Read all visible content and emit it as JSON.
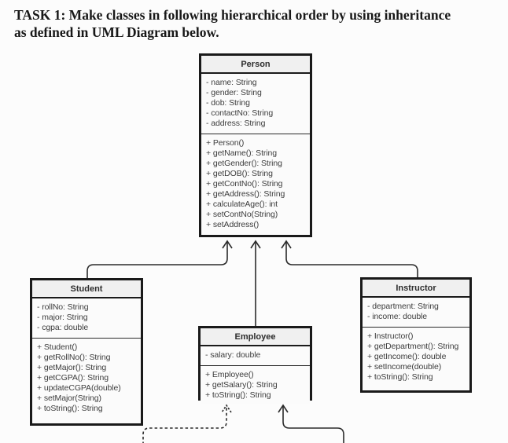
{
  "heading": {
    "line1": "TASK 1: Make classes in following hierarchical order by using inheritance",
    "line2": "as defined in UML Diagram below."
  },
  "diagram": {
    "classes": [
      {
        "name": "Person",
        "attributes": [
          "- name: String",
          "- gender: String",
          "- dob: String",
          "- contactNo: String",
          "- address: String"
        ],
        "methods": [
          "+ Person()",
          "+ getName(): String",
          "+ getGender(): String",
          "+ getDOB(): String",
          "+ getContNo(): String",
          "+ getAddress(): String",
          "+ calculateAge(): int",
          "+ setContNo(String)",
          "+ setAddress()"
        ]
      },
      {
        "name": "Student",
        "attributes": [
          "- rollNo: String",
          "- major: String",
          "- cgpa: double"
        ],
        "methods": [
          "+ Student()",
          "+ getRollNo(): String",
          "+ getMajor(): String",
          "+ getCGPA(): String",
          "+ updateCGPA(double)",
          "+ setMajor(String)",
          "+ toString(): String"
        ]
      },
      {
        "name": "Employee",
        "attributes": [
          "- salary: double"
        ],
        "methods": [
          "+ Employee()",
          "+ getSalary(): String",
          "+ toString(): String"
        ]
      },
      {
        "name": "Instructor",
        "attributes": [
          "- department: String",
          "- income: double"
        ],
        "methods": [
          "+ Instructor()",
          "+ getDepartment(): String",
          "+ getIncome(): double",
          "+ setIncome(double)",
          "+ toString(): String"
        ]
      }
    ],
    "relations": [
      {
        "from": "Student",
        "to": "Person",
        "type": "inheritance",
        "line": "solid"
      },
      {
        "from": "Employee",
        "to": "Person",
        "type": "inheritance",
        "line": "solid"
      },
      {
        "from": "Instructor",
        "to": "Person",
        "type": "inheritance",
        "line": "solid"
      },
      {
        "from": "offscreen-bottom-left",
        "to": "Employee",
        "type": "inheritance",
        "line": "dashed"
      },
      {
        "from": "offscreen-bottom-right",
        "to": "Employee",
        "type": "inheritance",
        "line": "solid"
      }
    ],
    "colors": {
      "line": "#2b2b2b",
      "box_border": "#1a1a1a",
      "title_bg": "#f0f0f0",
      "box_bg": "#fdfdfd",
      "text": "#3d3d3d"
    }
  }
}
